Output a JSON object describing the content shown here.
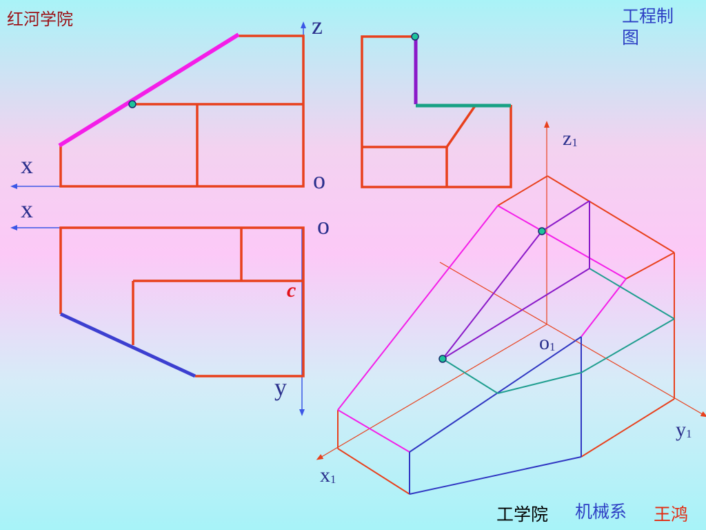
{
  "header": {
    "school": "红河学院",
    "course": "工程制图"
  },
  "labels": {
    "front_z": "z",
    "front_x": "x",
    "front_o": "o",
    "top_x": "x",
    "top_o": "o",
    "top_y": "y",
    "point_c": "c",
    "iso_z": "z",
    "iso_o": "o",
    "iso_y": "y",
    "iso_x": "x",
    "sub1": "1"
  },
  "footer": {
    "dept1": "工学院",
    "dept2": "机械系 (partial)",
    "author": "王鸿"
  },
  "colors": {
    "outline": "#e8401c",
    "axis": "#3b56e6",
    "highlight_magenta": "#f41ee8",
    "highlight_blue": "#3c3fd0",
    "highlight_purple": "#8a19c8",
    "highlight_green": "#17a184",
    "point_fill": "#1cc49a",
    "iso_teal": "#1f9e8f",
    "iso_blue": "#3036c2"
  }
}
